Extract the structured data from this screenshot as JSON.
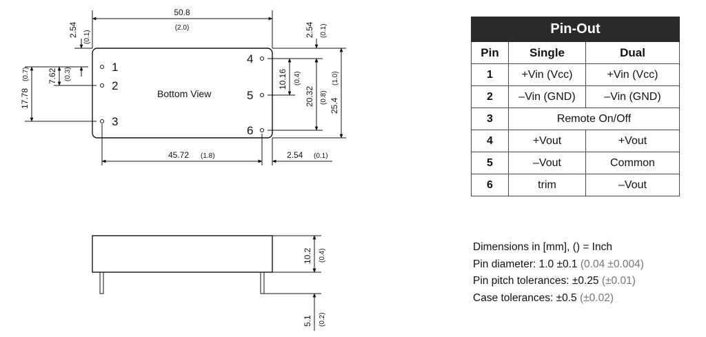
{
  "top_view": {
    "label": "Bottom View",
    "pins": [
      "1",
      "2",
      "3",
      "4",
      "5",
      "6"
    ],
    "dims": {
      "length": {
        "mm": "50.8",
        "in": "(2.0)"
      },
      "pin_offset_top": {
        "mm": "2.54",
        "in": "(0.1)"
      },
      "pin12_spacing": {
        "mm": "7.62",
        "in": "(0.3)"
      },
      "pin13_spacing": {
        "mm": "17.78",
        "in": "(0.7)"
      },
      "pin_offset_right": {
        "mm": "2.54",
        "in": "(0.1)"
      },
      "pin45_spacing": {
        "mm": "10.16",
        "in": "(0.4)"
      },
      "pin46_spacing": {
        "mm": "20.32",
        "in": "(0.8)"
      },
      "width": {
        "mm": "25.4",
        "in": "(1.0)"
      },
      "pin_row_spacing": {
        "mm": "45.72",
        "in": "(1.8)"
      },
      "pin_offset_end": {
        "mm": "2.54",
        "in": "(0.1)"
      }
    }
  },
  "side_view": {
    "dims": {
      "height": {
        "mm": "10.2",
        "in": "(0.4)"
      },
      "pin_length": {
        "mm": "5.1",
        "in": "(0.2)"
      }
    }
  },
  "pinout": {
    "title": "Pin-Out",
    "headers": [
      "Pin",
      "Single",
      "Dual"
    ],
    "rows": [
      {
        "pin": "1",
        "single": "+Vin (Vcc)",
        "dual": "+Vin (Vcc)"
      },
      {
        "pin": "2",
        "single": "–Vin (GND)",
        "dual": "–Vin (GND)"
      },
      {
        "pin": "3",
        "both": "Remote On/Off"
      },
      {
        "pin": "4",
        "single": "+Vout",
        "dual": "+Vout"
      },
      {
        "pin": "5",
        "single": "–Vout",
        "dual": "Common"
      },
      {
        "pin": "6",
        "single": "trim",
        "dual": "–Vout"
      }
    ]
  },
  "notes": [
    {
      "text": "Dimensions in [mm], () = Inch",
      "alt": ""
    },
    {
      "text": "Pin diameter: 1.0 ±0.1",
      "alt": "(0.04 ±0.004)"
    },
    {
      "text": "Pin pitch tolerances: ±0.25",
      "alt": "(±0.01)"
    },
    {
      "text": "Case tolerances:  ±0.5",
      "alt": "(±0.02)"
    }
  ]
}
